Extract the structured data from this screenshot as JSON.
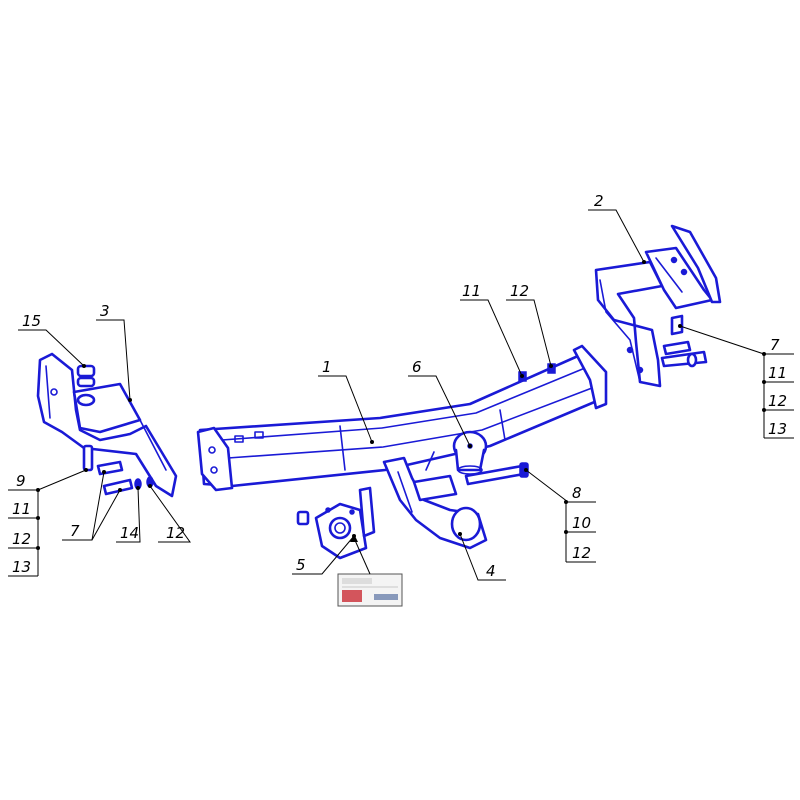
{
  "colors": {
    "line_art": "#1a1ad6",
    "leader": "#000000",
    "plate_red": "#c8202a"
  },
  "callouts": {
    "c1": "1",
    "c2": "2",
    "c3": "3",
    "c4": "4",
    "c5": "5",
    "c6": "6",
    "c7_left": "7",
    "c7_right": "7",
    "c8": "8",
    "c9": "9",
    "c10": "10",
    "c11_top": "11",
    "c11_left": "11",
    "c11_right": "11",
    "c12_top": "12",
    "c12_left_a": "12",
    "c12_left_b": "12",
    "c12_right_a": "12",
    "c12_right_b": "12",
    "c13_left": "13",
    "c13_right": "13",
    "c14": "14",
    "c15": "15"
  }
}
